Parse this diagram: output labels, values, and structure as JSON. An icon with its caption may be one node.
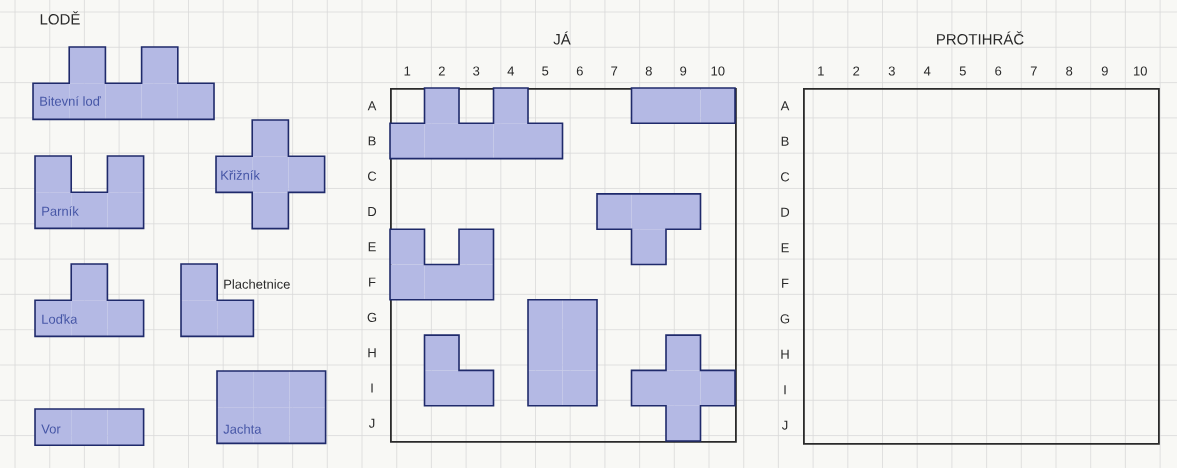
{
  "diagram": {
    "nodes": [
      {
        "text": [
          "Bitevní loď"
        ]
      },
      {
        "text": [
          "Parník"
        ]
      },
      {
        "text": [
          "Křižník"
        ]
      },
      {
        "text": [
          "Loďka"
        ]
      },
      {
        "text": [
          "Plachetnice"
        ]
      },
      {
        "text": [
          "Vor"
        ]
      },
      {
        "text": [
          "Jachta"
        ]
      },
      {
        "text": [
          "JÁ"
        ]
      },
      {
        "text": [],
        "shape": "box",
        "in": 7
      },
      {
        "text": [],
        "shape": "box",
        "in": 7
      },
      {
        "text": [],
        "shape": "box",
        "in": 7
      },
      {
        "text": [],
        "shape": "box",
        "in": 7
      },
      {
        "text": [],
        "shape": "box",
        "in": 7
      },
      {
        "text": [],
        "shape": "box",
        "in": 7
      },
      {
        "text": [],
        "shape": "box",
        "in": 7
      },
      {
        "text": [
          "PROTIHRÁČ"
        ]
      }
    ],
    "labels": [
      "LODĚ",
      "1",
      "2",
      "3",
      "4",
      "5",
      "6",
      "7",
      "8",
      "9",
      "10",
      "1",
      "2",
      "3",
      "4",
      "5",
      "6",
      "7",
      "8",
      "9",
      "10",
      "A",
      "A",
      "B",
      "B",
      "C",
      "C",
      "D",
      "D",
      "E",
      "E",
      "F",
      "F",
      "G",
      "G",
      "H",
      "H",
      "I",
      "I",
      "J",
      "J"
    ]
  }
}
